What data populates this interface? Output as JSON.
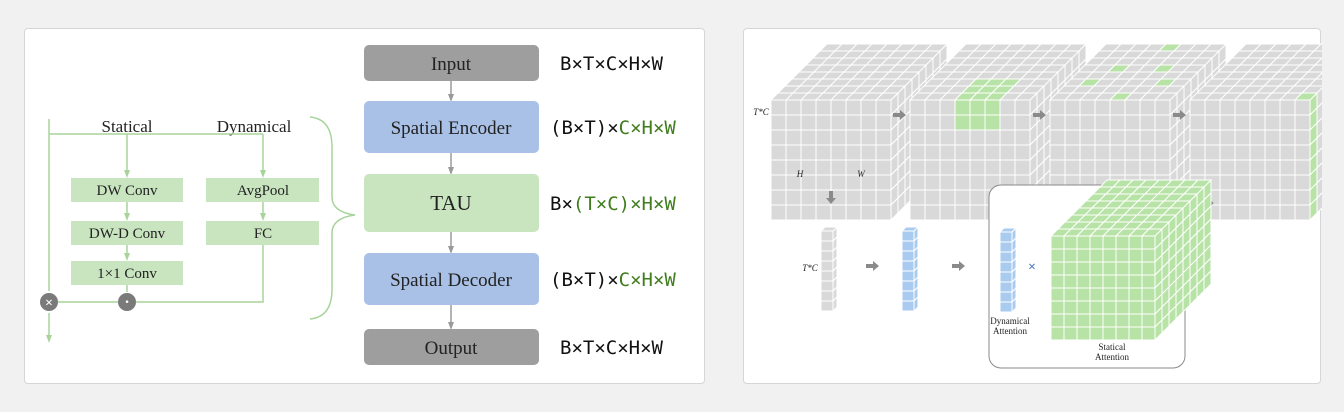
{
  "left": {
    "branch_labels": {
      "statical": "Statical",
      "dynamical": "Dynamical"
    },
    "static_branch": [
      "DW Conv",
      "DW-D Conv",
      "1×1 Conv"
    ],
    "dynamic_branch": [
      "AvgPool",
      "FC"
    ],
    "ops": {
      "multiply": "×",
      "dot": "·"
    },
    "pipeline": [
      {
        "label": "Input",
        "style": "gray",
        "shape_plain": "B×T×C×H×W",
        "shape_black": "",
        "shape_green": ""
      },
      {
        "label": "Spatial Encoder",
        "style": "blue",
        "shape_plain": "",
        "shape_black": "(B×T)×",
        "shape_green": "C×H×W"
      },
      {
        "label": "TAU",
        "style": "green",
        "shape_plain": "",
        "shape_black": "B×",
        "shape_green": "(T×C)×H×W"
      },
      {
        "label": "Spatial Decoder",
        "style": "blue",
        "shape_plain": "",
        "shape_black": "(B×T)×",
        "shape_green": "C×H×W"
      },
      {
        "label": "Output",
        "style": "gray",
        "shape_plain": "B×T×C×H×W",
        "shape_black": "",
        "shape_green": ""
      }
    ]
  },
  "right": {
    "cube_axis_labels": {
      "depth": "T*C",
      "height": "H",
      "width": "W"
    },
    "vector_label": "T*C",
    "multiply_symbol": "×",
    "dynamical_attention": [
      "Dynamical",
      "Attention"
    ],
    "statical_attention": [
      "Statical",
      "Attention"
    ]
  },
  "colors": {
    "gray_box": "#9e9e9e",
    "blue_box": "#a9c1e6",
    "green_box": "#c9e5c0",
    "green_text": "#3f7d1e",
    "line_green": "#a8d49b",
    "cube_gray": "#d9d9d9",
    "cube_green": "#b8e3a6",
    "cube_blue": "#a9cbef"
  }
}
